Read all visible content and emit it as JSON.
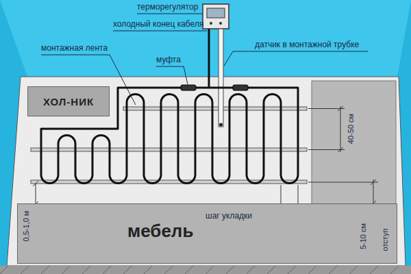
{
  "diagram": {
    "nodes": [
      {
        "text": [
          "ХОЛ-НИК"
        ]
      },
      {
        "text": [
          "мебель"
        ]
      }
    ],
    "labels": [
      "терморегулятор",
      "холодный конец кабеля",
      "монтажная лента",
      "муфта",
      "датчик в монтажной трубке",
      "40-50 см",
      "шаг укладки",
      "0,5-1,0 м",
      "5-10 см",
      "отступ"
    ]
  }
}
